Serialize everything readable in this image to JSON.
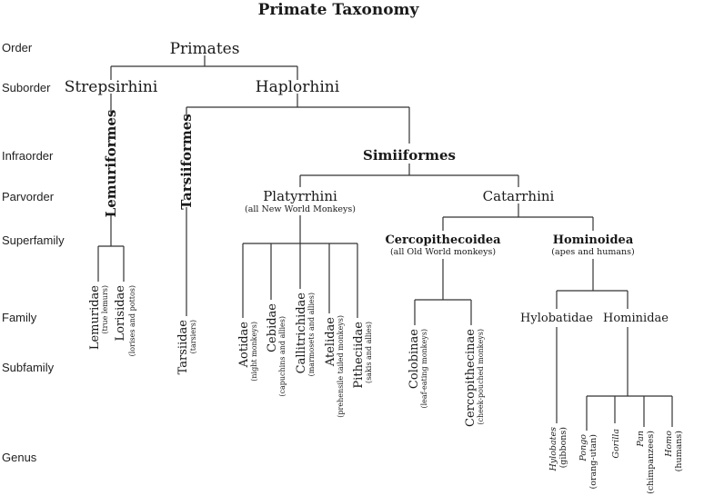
{
  "title": "Primate Taxonomy",
  "ranks": {
    "order": "Order",
    "suborder": "Suborder",
    "infraorder": "Infraorder",
    "parvorder": "Parvorder",
    "superfamily": "Superfamily",
    "family": "Family",
    "subfamily": "Subfamily",
    "genus": "Genus"
  },
  "nodes": {
    "primates": "Primates",
    "strepsirhini": "Strepsirhini",
    "haplorhini": "Haplorhini",
    "lemuriformes": "Lemuriformes",
    "tarsiiformes": "Tarsiiformes",
    "simiiformes": "Simiiformes",
    "platyrrhini": "Platyrrhini",
    "platyrrhini_note": "(all New World Monkeys)",
    "catarrhini": "Catarrhini",
    "cercopithecoidea": "Cercopithecoidea",
    "cercopithecoidea_note": "(all Old World monkeys)",
    "hominoidea": "Hominoidea",
    "hominoidea_note": "(apes and humans)",
    "hylobatidae": "Hylobatidae",
    "hominidae": "Hominidae"
  },
  "families": {
    "lemuridae": {
      "name": "Lemuridae",
      "note": "(true lemurs)"
    },
    "lorisidae": {
      "name": "Lorisidae",
      "note": "(lorises and pottos)"
    },
    "tarsiidae": {
      "name": "Tarsiidae",
      "note": "(tarsiers)"
    },
    "aotidae": {
      "name": "Aotidae",
      "note": "(night monkeys)"
    },
    "cebidae": {
      "name": "Cebidae",
      "note": "(capuchins and allies)"
    },
    "callitrichidae": {
      "name": "Callitrichidae",
      "note": "(marmosets and allies)"
    },
    "atelidae": {
      "name": "Atelidae",
      "note": "(prehensile tailed monkeys)"
    },
    "pitheciidae": {
      "name": "Pitheciidae",
      "note": "(sakis and allies)"
    }
  },
  "subfamilies": {
    "colobinae": {
      "name": "Colobinae",
      "note": "(leaf-eating monkeys)"
    },
    "cercopithecinae": {
      "name": "Cercopithecinae",
      "note": "(cheek-pouched monkeys)"
    }
  },
  "genera": {
    "hylobates": {
      "name": "Hylobates",
      "note": "(gibbons)"
    },
    "pongo": {
      "name": "Pongo",
      "note": "(orang-utan)"
    },
    "gorilla": {
      "name": "Gorilla",
      "note": ""
    },
    "pan": {
      "name": "Pan",
      "note": "(chimpanzees)"
    },
    "homo": {
      "name": "Homo",
      "note": "(humans)"
    }
  }
}
